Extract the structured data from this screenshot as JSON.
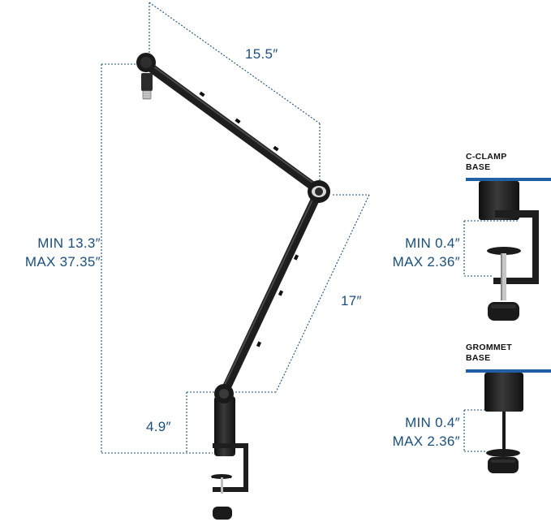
{
  "dimensions": {
    "top_arm": "15.5″",
    "lower_arm": "17″",
    "riser": "4.9″",
    "overall_min": "MIN 13.3″",
    "overall_max": "MAX 37.35″",
    "cclamp_min": "MIN 0.4″",
    "cclamp_max": "MAX 2.36″",
    "grommet_min": "MIN 0.4″",
    "grommet_max": "MAX 2.36″"
  },
  "bases": {
    "cclamp": {
      "line1": "C-CLAMP",
      "line2": "BASE"
    },
    "grommet": {
      "line1": "GROMMET",
      "line2": "BASE"
    }
  },
  "colors": {
    "dimension": "#1c4f7c",
    "desk": "#1f5fa3",
    "metal": "#1e1e1e"
  }
}
